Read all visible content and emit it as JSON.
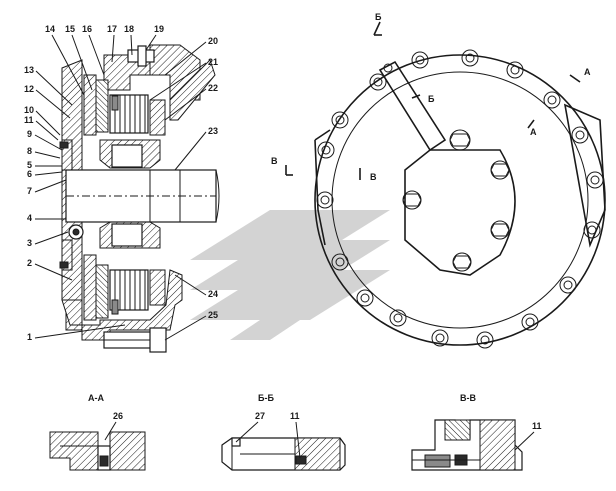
{
  "callouts_main": [
    "1",
    "2",
    "3",
    "4",
    "5",
    "6",
    "7",
    "8",
    "9",
    "10",
    "11",
    "12",
    "13",
    "14",
    "15",
    "16",
    "17",
    "18",
    "19",
    "20",
    "21",
    "22",
    "23",
    "24",
    "25"
  ],
  "section_marks": {
    "a": "А",
    "b": "Б",
    "v": "В"
  },
  "detail_views": [
    {
      "title": "А-А",
      "callouts": [
        "26"
      ]
    },
    {
      "title": "Б-Б",
      "callouts": [
        "27",
        "11"
      ]
    },
    {
      "title": "В-В",
      "callouts": [
        "11"
      ]
    }
  ],
  "colors": {
    "line": "#1a1a1a",
    "watermark": "#d3d3d3"
  }
}
